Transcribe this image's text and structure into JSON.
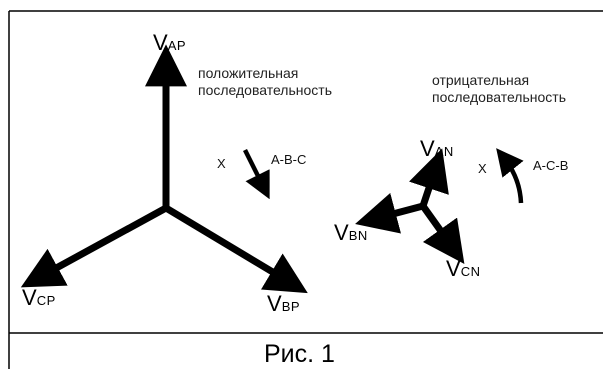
{
  "positive": {
    "caption_line1": "положительная",
    "caption_line2": "последовательность",
    "sequence": "A-B-C",
    "axis_letter": "X",
    "vectors": {
      "a": {
        "main": "V",
        "sub": "AP"
      },
      "b": {
        "main": "V",
        "sub": "BP"
      },
      "c": {
        "main": "V",
        "sub": "CP"
      }
    }
  },
  "negative": {
    "caption_line1": "отрицательная",
    "caption_line2": "последовательность",
    "sequence": "A-C-B",
    "axis_letter": "X",
    "vectors": {
      "a": {
        "main": "V",
        "sub": "AN"
      },
      "b": {
        "main": "V",
        "sub": "BN"
      },
      "c": {
        "main": "V",
        "sub": "CN"
      }
    }
  },
  "figure_caption": "Рис. 1"
}
